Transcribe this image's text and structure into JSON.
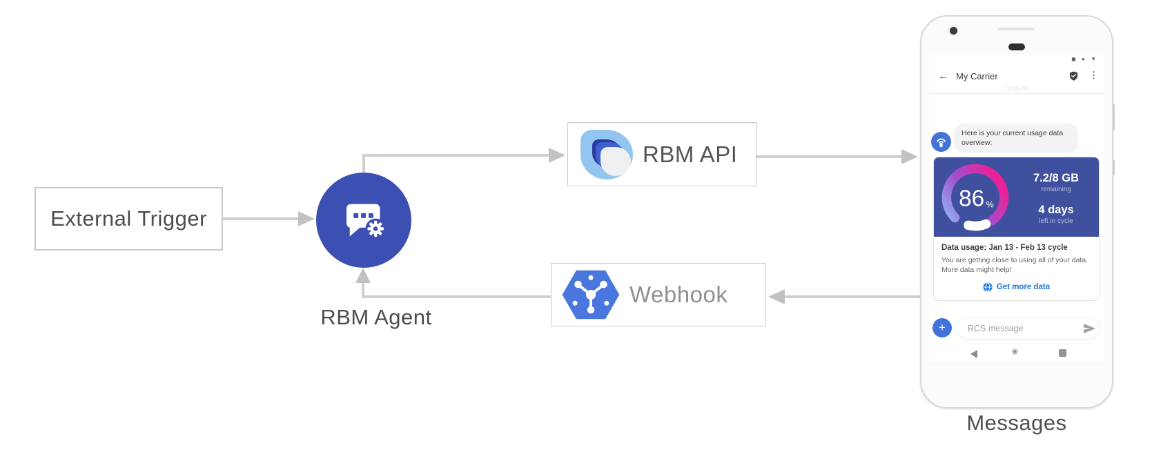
{
  "diagram": {
    "external_trigger_label": "External Trigger",
    "rbm_agent_label": "RBM Agent",
    "rbm_api_label": "RBM API",
    "webhook_label": "Webhook",
    "phone_caption": "Messages"
  },
  "phone": {
    "status_icons": "◼ ● ▼",
    "header": {
      "back_glyph": "←",
      "title": "My Carrier",
      "menu_glyph": "⋮"
    },
    "timestamp": "12:30 PM",
    "agent_message": "Here is your current usage data overview:",
    "usage_card": {
      "percent": "86",
      "percent_unit": "%",
      "remaining_value": "7.2/8 GB",
      "remaining_label": "remaining",
      "cycle_value": "4 days",
      "cycle_label": "left in cycle",
      "title": "Data usage: Jan 13 - Feb 13 cycle",
      "body": "You are getting close to using all of your data. More data might help!",
      "cta_label": "Get more data"
    },
    "compose": {
      "plus_glyph": "+",
      "placeholder": "RCS message"
    }
  },
  "colors": {
    "agent_circle_blue": "#3c50b3",
    "usage_card_blue": "#3f509f",
    "avatar_blue": "#4173d9",
    "link_blue": "#1a73e8",
    "arrow_gray": "#cfcfcf",
    "gauge_gradient": [
      "#8fb3f0",
      "#a24ecf",
      "#ec2196"
    ]
  }
}
